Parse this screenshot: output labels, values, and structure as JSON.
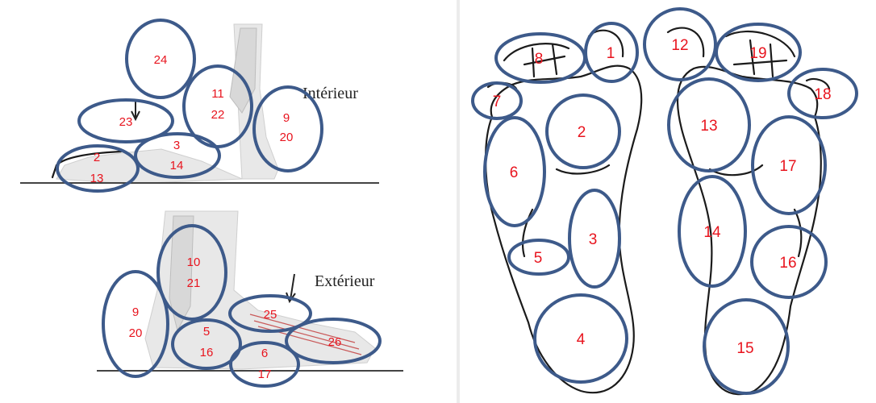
{
  "left_panel": {
    "medial_view": {
      "label": "Intérieur",
      "zones": [
        {
          "id": "24",
          "lines": [
            "24"
          ]
        },
        {
          "id": "11-22",
          "lines": [
            "11",
            "22"
          ]
        },
        {
          "id": "23",
          "lines": [
            "23"
          ]
        },
        {
          "id": "9-20",
          "lines": [
            "9",
            "20"
          ]
        },
        {
          "id": "3-14",
          "lines": [
            "3",
            "14"
          ]
        },
        {
          "id": "2-13",
          "lines": [
            "2",
            "13"
          ]
        }
      ]
    },
    "lateral_view": {
      "label": "Extérieur",
      "zones": [
        {
          "id": "10-21",
          "lines": [
            "10",
            "21"
          ]
        },
        {
          "id": "9-20",
          "lines": [
            "9",
            "20"
          ]
        },
        {
          "id": "25",
          "lines": [
            "25"
          ]
        },
        {
          "id": "5-16",
          "lines": [
            "5",
            "16"
          ]
        },
        {
          "id": "26",
          "lines": [
            "26"
          ]
        },
        {
          "id": "6-17",
          "lines": [
            "6",
            "17"
          ]
        }
      ]
    }
  },
  "right_panel": {
    "left_sole_zones": [
      "1",
      "8",
      "7",
      "2",
      "6",
      "3",
      "5",
      "4"
    ],
    "right_sole_zones": [
      "12",
      "19",
      "18",
      "13",
      "17",
      "14",
      "16",
      "15"
    ]
  },
  "colors": {
    "zone_stroke": "#3d5a8a",
    "number_text": "#e8141e"
  }
}
